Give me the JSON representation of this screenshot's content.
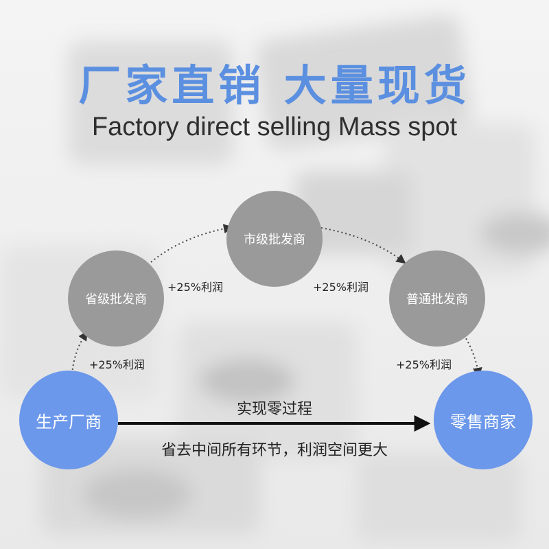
{
  "header": {
    "title_cn": "厂家直销  大量现货",
    "title_en": "Factory direct selling Mass spot"
  },
  "nodes": {
    "manufacturer": "生产厂商",
    "provincial": "省级批发商",
    "city": "市级批发商",
    "ordinary": "普通批发商",
    "retailer": "零售商家"
  },
  "profits": {
    "p1": "+25%利润",
    "p2": "+25%利润",
    "p3": "+25%利润",
    "p4": "+25%利润"
  },
  "process": {
    "label": "实现零过程",
    "description": "省去中间所有环节，利润空间更大"
  },
  "colors": {
    "accent_blue": "#5b8fe0",
    "node_blue": "#6b98ea",
    "node_gray": "#9a9a9a"
  }
}
